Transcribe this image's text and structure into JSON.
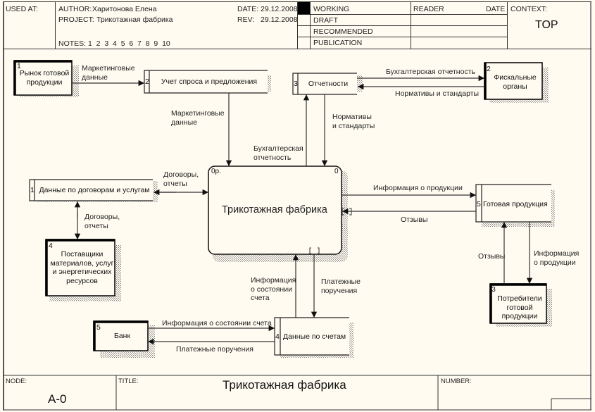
{
  "header": {
    "used_at_label": "USED AT:",
    "author_label": "AUTHOR:",
    "author": "Харитонова Елена",
    "project_label": "PROJECT:",
    "project": "Трикотажная фабрика",
    "notes_label": "NOTES:",
    "notes": "1  2  3  4  5  6  7  8  9  10",
    "date_label": "DATE:",
    "date": "29.12.2008",
    "rev_label": "REV:",
    "rev": "29.12.2008",
    "status": [
      "WORKING",
      "DRAFT",
      "RECOMMENDED",
      "PUBLICATION"
    ],
    "status_selected": "WORKING",
    "reader_label": "READER",
    "reader_date_label": "DATE",
    "context_label": "CONTEXT:",
    "context_value": "TOP"
  },
  "diagram": {
    "activity": {
      "id": "0р.",
      "number": "0",
      "title": "Трикотажная фабрика"
    },
    "externals": [
      {
        "num": "1",
        "name": "Рынок готовой продукции"
      },
      {
        "num": "2",
        "name": "Фискальные органы"
      },
      {
        "num": "3",
        "name": "Потребители готовой продукции"
      },
      {
        "num": "4",
        "name": "Поставщики материалов, услуг и энергетических ресурсов"
      },
      {
        "num": "5",
        "name": "Банк"
      }
    ],
    "stores": [
      {
        "num": "1",
        "name": "Данные по договорам и услугам"
      },
      {
        "num": "2",
        "name": "Учет спроса и предложения"
      },
      {
        "num": "3",
        "name": "Отчетности"
      },
      {
        "num": "4",
        "name": "Данные по счетам"
      },
      {
        "num": "5",
        "name": "Готовая продукция"
      }
    ],
    "flows": {
      "market_to_demand": [
        "Маркетинговые",
        "данные"
      ],
      "demand_to_activity": [
        "Маркетинговые",
        "данные"
      ],
      "activity_to_reports": [
        "Бухгалтерская",
        "отчетность"
      ],
      "reports_to_activity": [
        "Нормативы",
        "и стандарты"
      ],
      "reports_to_fiscal": "Бухгалтерская отчетность",
      "fiscal_to_reports": "Нормативы и стандарты",
      "contracts_activity": [
        "Договоры,",
        "отчеты"
      ],
      "contracts_suppliers": [
        "Договоры,",
        "отчеты"
      ],
      "activity_to_products": "Информация о продукции",
      "products_to_activity": "Отзывы",
      "consumers_to_products": "Отзывы",
      "products_to_consumers": [
        "Информация",
        "о продукции"
      ],
      "accounts_to_activity": [
        "Информация",
        "о состоянии",
        "счета"
      ],
      "activity_to_accounts": [
        "Платежные",
        "поручения"
      ],
      "bank_to_accounts": "Информация о состоянии счета",
      "accounts_to_bank": "Платежные поручения"
    }
  },
  "footer": {
    "node_label": "NODE:",
    "node": "A-0",
    "title_label": "TITLE:",
    "title": "Трикотажная фабрика",
    "number_label": "NUMBER:"
  }
}
